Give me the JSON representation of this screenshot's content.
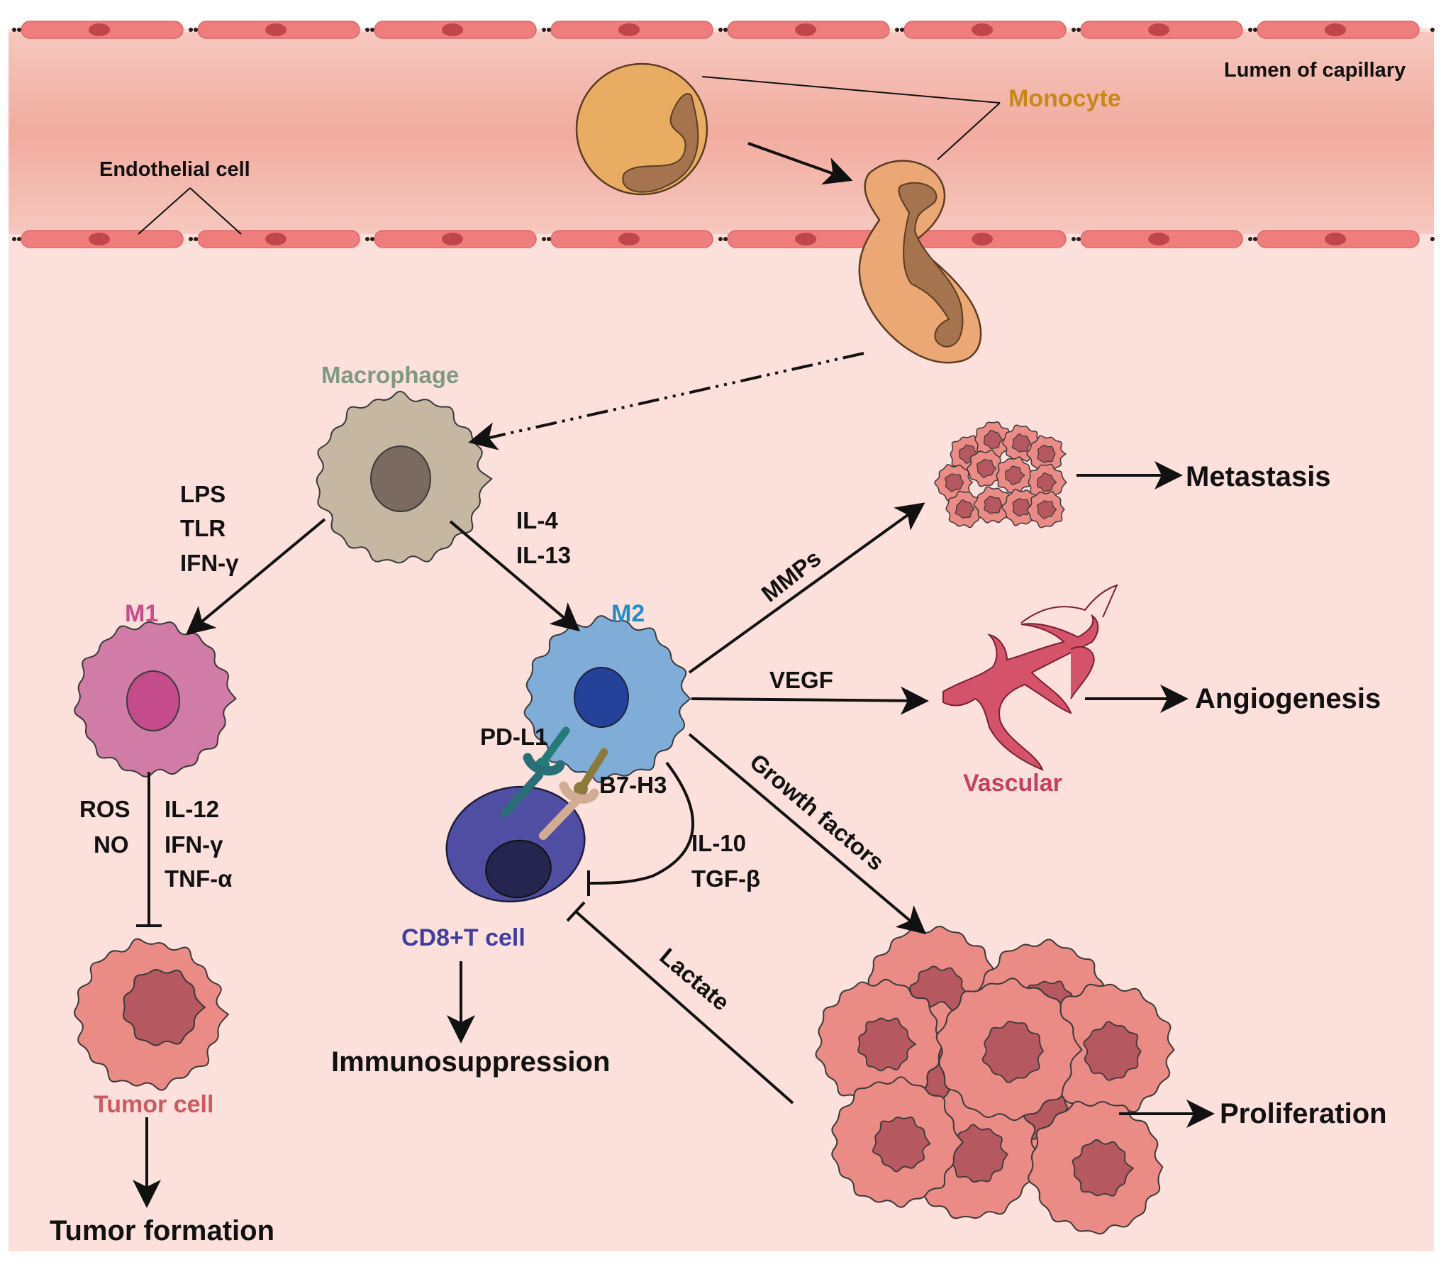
{
  "labels": {
    "lumen": "Lumen of capillary",
    "monocyte": "Monocyte",
    "endothelial": "Endothelial cell",
    "macrophage": "Macrophage",
    "m1_inducers": [
      "LPS",
      "TLR",
      "IFN-γ"
    ],
    "m2_inducers": [
      "IL-4",
      "IL-13"
    ],
    "m1": "M1",
    "m2": "M2",
    "m1_left": [
      "ROS",
      "NO"
    ],
    "m1_right": [
      "IL-12",
      "IFN-γ",
      "TNF-α"
    ],
    "tumor_cell": "Tumor cell",
    "tumor_formation": "Tumor formation",
    "pdl1": "PD-L1",
    "b7h3": "B7-H3",
    "il10": "IL-10",
    "tgfb": "TGF-β",
    "cd8": "CD8+T cell",
    "immunosuppression": "Immunosuppression",
    "mmps": "MMPs",
    "metastasis": "Metastasis",
    "vegf": "VEGF",
    "vascular": "Vascular",
    "angiogenesis": "Angiogenesis",
    "growth_factors": "Growth factors",
    "lactate": "Lactate",
    "proliferation": "Proliferation"
  },
  "colors": {
    "background": "#fbe0dc",
    "lumen": "#f4b3aa",
    "endothelial": "#ee7d7b",
    "monocyte": "#e8ad62",
    "monocyte_label": "#c7891b",
    "macrophage": "#c5b7a1",
    "macrophage_label": "#7f9a80",
    "m1": "#d07ca6",
    "m1_label": "#cc4a8d",
    "m2": "#7fadd8",
    "m2_label": "#1f8ec9",
    "cd8": "#4f4ea3",
    "cd8_label": "#3f3fa0",
    "tumor": "#ea8b86",
    "tumor_nucleus": "#b5585f",
    "tumor_label": "#cb5a63",
    "vascular": "#d4536a",
    "vascular_label": "#c73f5e"
  }
}
